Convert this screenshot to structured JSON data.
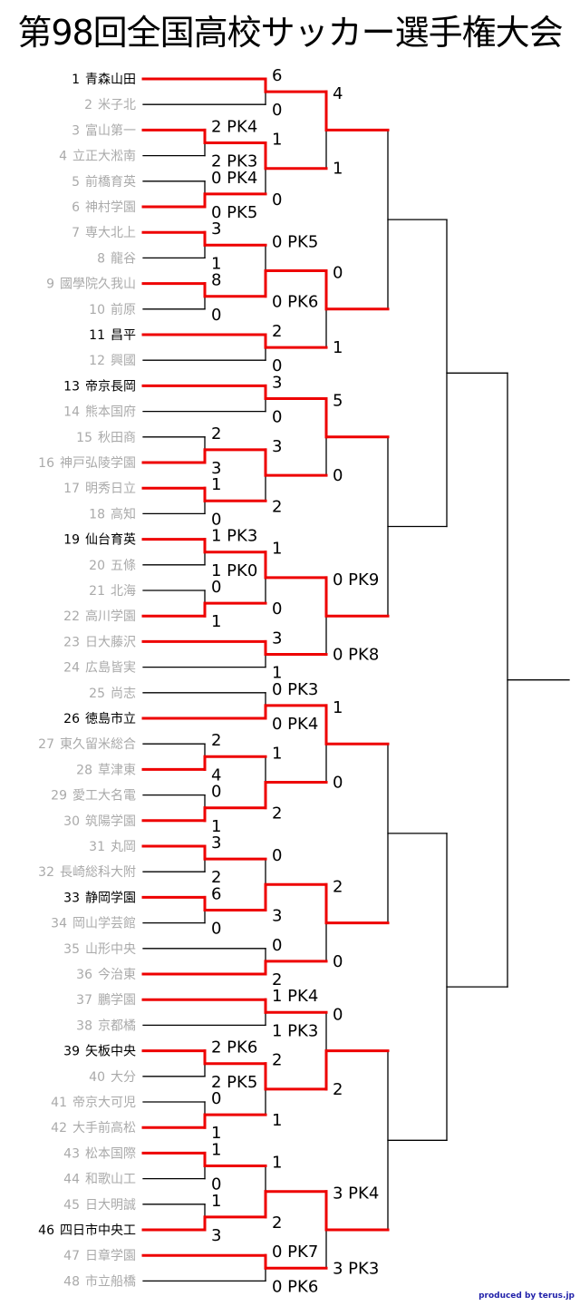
{
  "title": "第98回全国高校サッカー選手権大会",
  "credit": "produced by terus.jp",
  "colors": {
    "winner_line": "#ee0000",
    "line": "#000000",
    "winner_text": "#000000",
    "loser_text": "#aaaaaa"
  },
  "teams": [
    {
      "seed": "1",
      "name": "青森山田",
      "active": true
    },
    {
      "seed": "2",
      "name": "米子北",
      "active": false
    },
    {
      "seed": "3",
      "name": "富山第一",
      "active": false
    },
    {
      "seed": "4",
      "name": "立正大淞南",
      "active": false
    },
    {
      "seed": "5",
      "name": "前橋育英",
      "active": false
    },
    {
      "seed": "6",
      "name": "神村学園",
      "active": false
    },
    {
      "seed": "7",
      "name": "専大北上",
      "active": false
    },
    {
      "seed": "8",
      "name": "龍谷",
      "active": false
    },
    {
      "seed": "9",
      "name": "國學院久我山",
      "active": false
    },
    {
      "seed": "10",
      "name": "前原",
      "active": false
    },
    {
      "seed": "11",
      "name": "昌平",
      "active": true
    },
    {
      "seed": "12",
      "name": "興國",
      "active": false
    },
    {
      "seed": "13",
      "name": "帝京長岡",
      "active": true
    },
    {
      "seed": "14",
      "name": "熊本国府",
      "active": false
    },
    {
      "seed": "15",
      "name": "秋田商",
      "active": false
    },
    {
      "seed": "16",
      "name": "神戸弘陵学園",
      "active": false
    },
    {
      "seed": "17",
      "name": "明秀日立",
      "active": false
    },
    {
      "seed": "18",
      "name": "高知",
      "active": false
    },
    {
      "seed": "19",
      "name": "仙台育英",
      "active": true
    },
    {
      "seed": "20",
      "name": "五條",
      "active": false
    },
    {
      "seed": "21",
      "name": "北海",
      "active": false
    },
    {
      "seed": "22",
      "name": "高川学園",
      "active": false
    },
    {
      "seed": "23",
      "name": "日大藤沢",
      "active": false
    },
    {
      "seed": "24",
      "name": "広島皆実",
      "active": false
    },
    {
      "seed": "25",
      "name": "尚志",
      "active": false
    },
    {
      "seed": "26",
      "name": "徳島市立",
      "active": true
    },
    {
      "seed": "27",
      "name": "東久留米総合",
      "active": false
    },
    {
      "seed": "28",
      "name": "草津東",
      "active": false
    },
    {
      "seed": "29",
      "name": "愛工大名電",
      "active": false
    },
    {
      "seed": "30",
      "name": "筑陽学園",
      "active": false
    },
    {
      "seed": "31",
      "name": "丸岡",
      "active": false
    },
    {
      "seed": "32",
      "name": "長崎総科大附",
      "active": false
    },
    {
      "seed": "33",
      "name": "静岡学園",
      "active": true
    },
    {
      "seed": "34",
      "name": "岡山学芸館",
      "active": false
    },
    {
      "seed": "35",
      "name": "山形中央",
      "active": false
    },
    {
      "seed": "36",
      "name": "今治東",
      "active": false
    },
    {
      "seed": "37",
      "name": "鵬学園",
      "active": false
    },
    {
      "seed": "38",
      "name": "京都橘",
      "active": false
    },
    {
      "seed": "39",
      "name": "矢板中央",
      "active": true
    },
    {
      "seed": "40",
      "name": "大分",
      "active": false
    },
    {
      "seed": "41",
      "name": "帝京大可児",
      "active": false
    },
    {
      "seed": "42",
      "name": "大手前高松",
      "active": false
    },
    {
      "seed": "43",
      "name": "松本国際",
      "active": false
    },
    {
      "seed": "44",
      "name": "和歌山工",
      "active": false
    },
    {
      "seed": "45",
      "name": "日大明誠",
      "active": false
    },
    {
      "seed": "46",
      "name": "四日市中央工",
      "active": true
    },
    {
      "seed": "47",
      "name": "日章学園",
      "active": false
    },
    {
      "seed": "48",
      "name": "市立船橋",
      "active": false
    }
  ],
  "r1": [
    {
      "teams": [
        2,
        3
      ],
      "scores": [
        "2 PK4",
        "2 PK3"
      ],
      "winner": 0
    },
    {
      "teams": [
        4,
        5
      ],
      "scores": [
        "0 PK4",
        "0 PK5"
      ],
      "winner": 1
    },
    {
      "teams": [
        6,
        7
      ],
      "scores": [
        "3",
        "1"
      ],
      "winner": 0
    },
    {
      "teams": [
        8,
        9
      ],
      "scores": [
        "8",
        "0"
      ],
      "winner": 0
    },
    {
      "teams": [
        14,
        15
      ],
      "scores": [
        "2",
        "3"
      ],
      "winner": 1
    },
    {
      "teams": [
        16,
        17
      ],
      "scores": [
        "1",
        "0"
      ],
      "winner": 0
    },
    {
      "teams": [
        18,
        19
      ],
      "scores": [
        "1 PK3",
        "1 PK0"
      ],
      "winner": 0
    },
    {
      "teams": [
        20,
        21
      ],
      "scores": [
        "0",
        "1"
      ],
      "winner": 1
    },
    {
      "teams": [
        26,
        27
      ],
      "scores": [
        "2",
        "4"
      ],
      "winner": 1
    },
    {
      "teams": [
        28,
        29
      ],
      "scores": [
        "0",
        "1"
      ],
      "winner": 1
    },
    {
      "teams": [
        30,
        31
      ],
      "scores": [
        "3",
        "2"
      ],
      "winner": 0
    },
    {
      "teams": [
        32,
        33
      ],
      "scores": [
        "6",
        "0"
      ],
      "winner": 0
    },
    {
      "teams": [
        38,
        39
      ],
      "scores": [
        "2 PK6",
        "2 PK5"
      ],
      "winner": 0
    },
    {
      "teams": [
        40,
        41
      ],
      "scores": [
        "0",
        "1"
      ],
      "winner": 1
    },
    {
      "teams": [
        42,
        43
      ],
      "scores": [
        "1",
        "0"
      ],
      "winner": 0
    },
    {
      "teams": [
        44,
        45
      ],
      "scores": [
        "1",
        "3"
      ],
      "winner": 1
    }
  ],
  "r2": [
    {
      "scores": [
        "6",
        "0"
      ],
      "winner": 0
    },
    {
      "scores": [
        "1",
        "0"
      ],
      "winner": 0
    },
    {
      "scores": [
        "0 PK5",
        "0 PK6"
      ],
      "winner": 1
    },
    {
      "scores": [
        "2",
        "0"
      ],
      "winner": 0
    },
    {
      "scores": [
        "3",
        "0"
      ],
      "winner": 0
    },
    {
      "scores": [
        "3",
        "2"
      ],
      "winner": 0
    },
    {
      "scores": [
        "1",
        "0"
      ],
      "winner": 0
    },
    {
      "scores": [
        "3",
        "1"
      ],
      "winner": 0
    },
    {
      "scores": [
        "0 PK3",
        "0 PK4"
      ],
      "winner": 1
    },
    {
      "scores": [
        "1",
        "2"
      ],
      "winner": 1
    },
    {
      "scores": [
        "0",
        "3"
      ],
      "winner": 1
    },
    {
      "scores": [
        "0",
        "2"
      ],
      "winner": 1
    },
    {
      "scores": [
        "1 PK4",
        "1 PK3"
      ],
      "winner": 0
    },
    {
      "scores": [
        "2",
        "1"
      ],
      "winner": 0
    },
    {
      "scores": [
        "1",
        "2"
      ],
      "winner": 1
    },
    {
      "scores": [
        "0 PK7",
        "0 PK6"
      ],
      "winner": 0
    }
  ],
  "r3": [
    {
      "scores": [
        "4",
        "1"
      ],
      "winner": 0
    },
    {
      "scores": [
        "0",
        "1"
      ],
      "winner": 0
    },
    {
      "scores": [
        "5",
        "0"
      ],
      "winner": 0
    },
    {
      "scores": [
        "0 PK9",
        "0 PK8"
      ],
      "winner": 0
    },
    {
      "scores": [
        "1",
        "0"
      ],
      "winner": 0
    },
    {
      "scores": [
        "2",
        "0"
      ],
      "winner": 0
    },
    {
      "scores": [
        "0",
        "2"
      ],
      "winner": 1
    },
    {
      "scores": [
        "3 PK4",
        "3 PK3"
      ],
      "winner": 0
    }
  ]
}
